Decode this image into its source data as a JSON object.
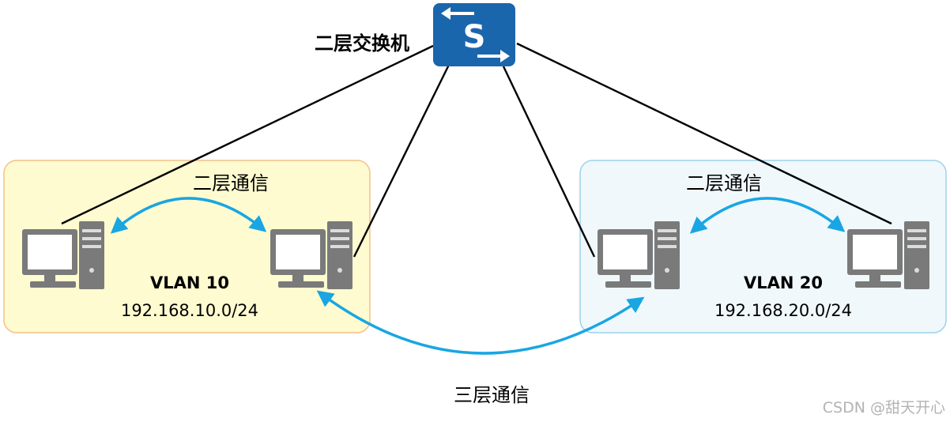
{
  "switch": {
    "label": "二层交换机",
    "icon_letter": "S",
    "icon": "layer2-switch-icon"
  },
  "vlans": [
    {
      "name": "VLAN 10",
      "subnet": "192.168.10.0/24",
      "link_label": "二层通信",
      "background": "#fffbd0",
      "border": "#f4c088"
    },
    {
      "name": "VLAN 20",
      "subnet": "192.168.20.0/24",
      "link_label": "二层通信",
      "background": "#f0f8fc",
      "border": "#9dd2ea"
    }
  ],
  "inter_vlan_label": "三层通信",
  "hosts": [
    {
      "icon": "computer-icon",
      "vlan": "VLAN 10"
    },
    {
      "icon": "computer-icon",
      "vlan": "VLAN 10"
    },
    {
      "icon": "computer-icon",
      "vlan": "VLAN 20"
    },
    {
      "icon": "computer-icon",
      "vlan": "VLAN 20"
    }
  ],
  "watermark": "CSDN @甜天开心",
  "colors": {
    "switch_fill": "#1a66ad",
    "arrow": "#19a6e3",
    "link": "#000000",
    "computer": "#7a7a7a"
  }
}
